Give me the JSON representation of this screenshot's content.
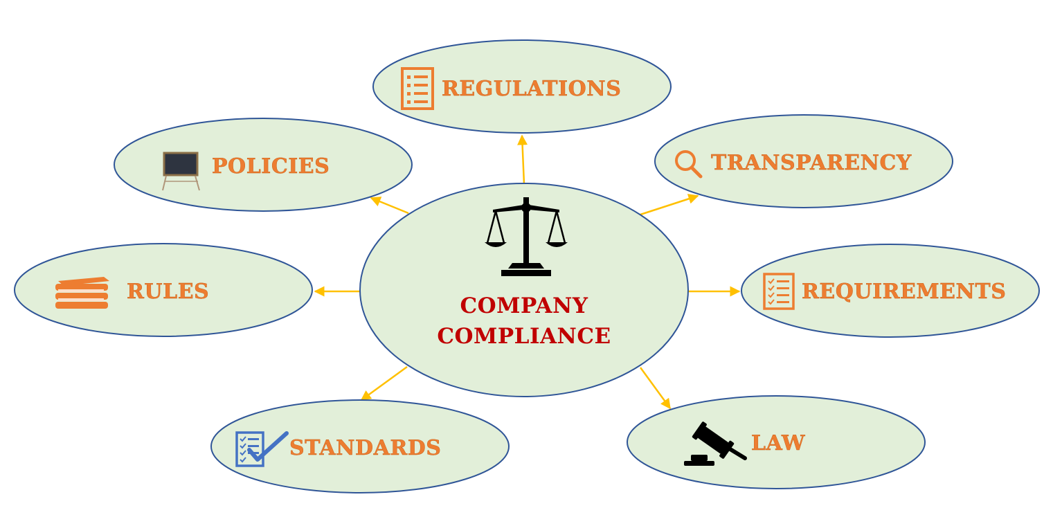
{
  "diagram": {
    "center": {
      "line1": "COMPANY",
      "line2": "COMPLIANCE",
      "icon": "scales-of-justice-icon"
    },
    "nodes": [
      {
        "id": "regulations",
        "label": "REGULATIONS",
        "icon": "checklist-icon"
      },
      {
        "id": "policies",
        "label": "POLICIES",
        "icon": "chalkboard-icon"
      },
      {
        "id": "transparency",
        "label": "TRANSPARENCY",
        "icon": "magnifier-icon"
      },
      {
        "id": "rules",
        "label": "RULES",
        "icon": "books-icon"
      },
      {
        "id": "requirements",
        "label": "REQUIREMENTS",
        "icon": "checklist-icon"
      },
      {
        "id": "standards",
        "label": "STANDARDS",
        "icon": "checklist-checkmark-icon"
      },
      {
        "id": "law",
        "label": "LAW",
        "icon": "gavel-icon"
      }
    ],
    "colors": {
      "bubble_fill": "#e2efd9",
      "bubble_stroke": "#2f5597",
      "arrow": "#ffc000",
      "node_text": "#ed7d31",
      "center_text": "#c00000",
      "standards_icon": "#4472c4"
    }
  }
}
